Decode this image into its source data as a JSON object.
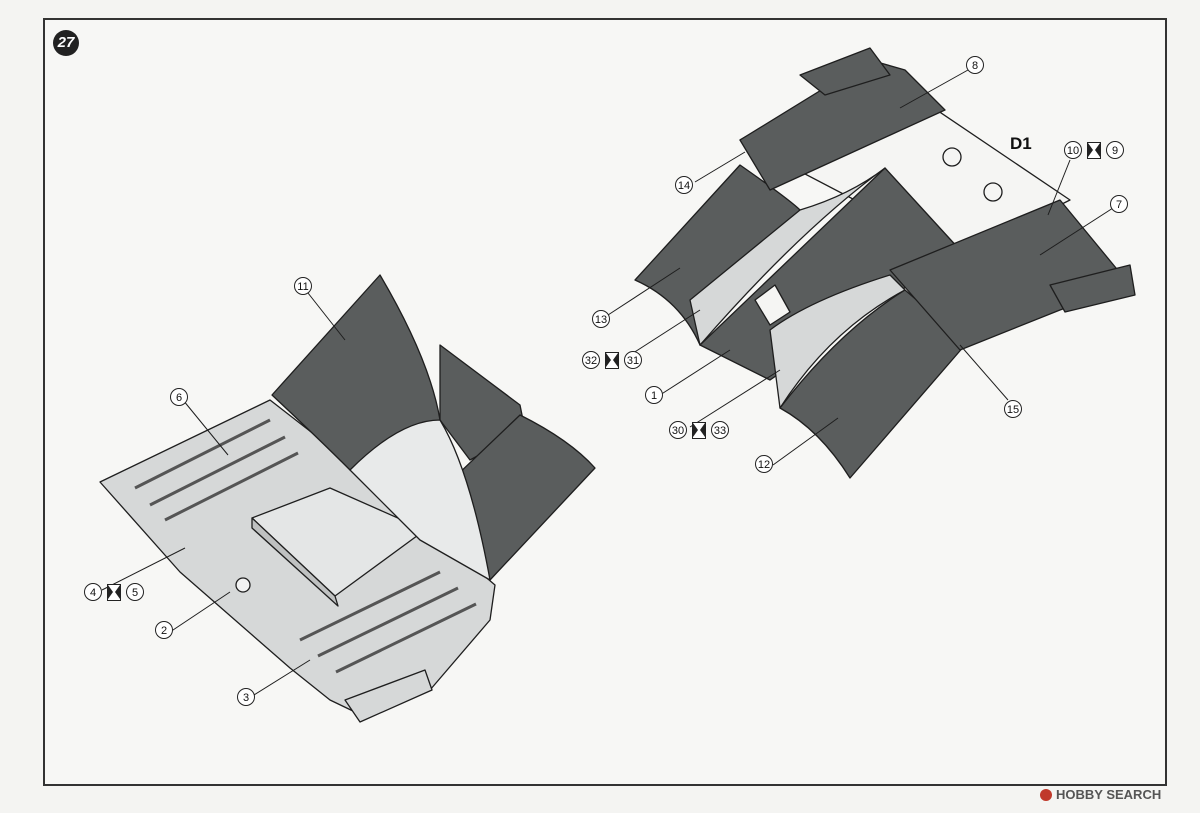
{
  "step_number": "27",
  "sheet_label": "D1",
  "watermark": "HOBBY SEARCH",
  "colors": {
    "dark_part": "#5a5d5d",
    "light_part": "#d6d8d8",
    "outline": "#1e1e1e"
  },
  "callouts": {
    "c1": "1",
    "c2": "2",
    "c3": "3",
    "c6": "6",
    "c7": "7",
    "c8": "8",
    "c11": "11",
    "c12": "12",
    "c13": "13",
    "c14": "14",
    "c15": "15"
  },
  "pairs": {
    "p45": {
      "a": "4",
      "b": "5"
    },
    "p109": {
      "a": "10",
      "b": "9"
    },
    "p3231": {
      "a": "32",
      "b": "31"
    },
    "p3033": {
      "a": "30",
      "b": "33"
    }
  }
}
